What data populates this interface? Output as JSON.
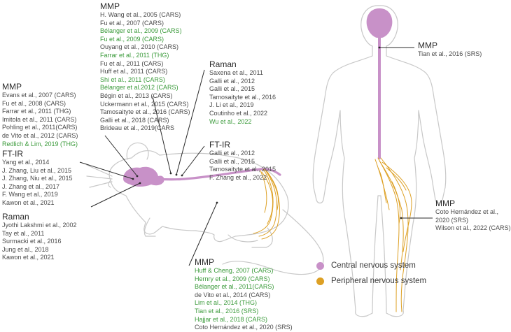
{
  "colors": {
    "cns": "#c891c8",
    "pns": "#dda024",
    "highlight": "#3a9a3a",
    "text": "#4a4a4a",
    "outline": "#c8c8c8"
  },
  "groups": [
    {
      "id": "mmp-top",
      "title": "MMP",
      "entries": [
        {
          "text": "H. Wang et al., 2005 (CARS)",
          "highlight": false
        },
        {
          "text": "Fu et al., 2007 (CARS)",
          "highlight": false
        },
        {
          "text": "Bélanger et al., 2009 (CARS)",
          "highlight": true
        },
        {
          "text": "Fu et al., 2009 (CARS)",
          "highlight": true
        },
        {
          "text": "Ouyang et al., 2010 (CARS)",
          "highlight": false
        },
        {
          "text": "Farrar et al., 2011 (THG)",
          "highlight": true
        },
        {
          "text": "Fu et al., 2011 (CARS)",
          "highlight": false
        },
        {
          "text": "Huff et al., 2011 (CARS)",
          "highlight": false
        },
        {
          "text": "Shi et al., 2011 (CARS)",
          "highlight": true
        },
        {
          "text": "Bélanger et al.2012 (CARS)",
          "highlight": true
        },
        {
          "text": "Bégin et al., 2013 (CARS)",
          "highlight": false
        },
        {
          "text": "Uckermann et al., 2015 (CARS)",
          "highlight": false
        },
        {
          "text": "Tamosaityte et al., 2016 (CARS)",
          "highlight": false
        },
        {
          "text": "Galli et al., 2018 (CARS)",
          "highlight": false
        },
        {
          "text": "Brideau et al., 2019(CARS",
          "highlight": false
        }
      ]
    },
    {
      "id": "mmp-left",
      "title": "MMP",
      "entries": [
        {
          "text": "Evans et al., 2007 (CARS)",
          "highlight": false
        },
        {
          "text": "Fu et al., 2008 (CARS)",
          "highlight": false
        },
        {
          "text": "Farrar et al., 2011  (THG)",
          "highlight": false
        },
        {
          "text": "Imitola et al., 2011 (CARS)",
          "highlight": false
        },
        {
          "text": "Pohling et al., 2011(CARS)",
          "highlight": false
        },
        {
          "text": "de Vito et al., 2012 (CARS)",
          "highlight": false
        },
        {
          "text": "Redlich & Lim, 2019 (THG)",
          "highlight": true
        }
      ]
    },
    {
      "id": "ftir-left",
      "title": "FT-IR",
      "entries": [
        {
          "text": "Yang et al., 2014",
          "highlight": false
        },
        {
          "text": "J. Zhang, Liu et al., 2015",
          "highlight": false
        },
        {
          "text": "J. Zhang, Niu et al., 2015",
          "highlight": false
        },
        {
          "text": "J. Zhang et al., 2017",
          "highlight": false
        },
        {
          "text": "F. Wang et al., 2019",
          "highlight": false
        },
        {
          "text": "Kawon et al., 2021",
          "highlight": false
        }
      ]
    },
    {
      "id": "raman-left",
      "title": "Raman",
      "entries": [
        {
          "text": "Jyothi Lakshmi et al., 2002",
          "highlight": false
        },
        {
          "text": "Tay et al., 2011",
          "highlight": false
        },
        {
          "text": "Surmacki et al., 2016",
          "highlight": false
        },
        {
          "text": "Jung et al., 2018",
          "highlight": false
        },
        {
          "text": "Kawon et al., 2021",
          "highlight": false
        }
      ]
    },
    {
      "id": "raman-mid",
      "title": "Raman",
      "entries": [
        {
          "text": "Saxena et al., 2011",
          "highlight": false
        },
        {
          "text": "Galli et al., 2012",
          "highlight": false
        },
        {
          "text": "Galli et al., 2015",
          "highlight": false
        },
        {
          "text": "Tamosaityte et al., 2016",
          "highlight": false
        },
        {
          "text": "J. Li et al., 2019",
          "highlight": false
        },
        {
          "text": "Coutinho et al., 2022",
          "highlight": false
        },
        {
          "text": "Wu et al., 2022",
          "highlight": true
        }
      ]
    },
    {
      "id": "ftir-mid",
      "title": "FT-IR",
      "entries": [
        {
          "text": "Galli et al., 2012",
          "highlight": false
        },
        {
          "text": "Galli et al., 2015",
          "highlight": false
        },
        {
          "text": "Tamosaityte et al., 2015",
          "highlight": false
        },
        {
          "text": "F. Zhang et al., 2022",
          "highlight": false
        }
      ]
    },
    {
      "id": "mmp-bottom",
      "title": "MMP",
      "entries": [
        {
          "text": "Huff & Cheng, 2007 (CARS)",
          "highlight": true
        },
        {
          "text": "Hernry et al., 2009 (CARS)",
          "highlight": true
        },
        {
          "text": "Bélanger et al., 2011(CARS)",
          "highlight": true
        },
        {
          "text": "de Vito et al., 2014 (CARS)",
          "highlight": false
        },
        {
          "text": "Lim et al., 2014 (THG)",
          "highlight": true
        },
        {
          "text": "Tian et al., 2016 (SRS)",
          "highlight": true
        },
        {
          "text": "Hajjar et al., 2018 (CARS)",
          "highlight": true
        },
        {
          "text": "Coto Hernández et al., 2020 (SRS)",
          "highlight": false
        }
      ]
    },
    {
      "id": "mmp-human-top",
      "title": "MMP",
      "entries": [
        {
          "text": "Tian et al., 2016 (SRS)",
          "highlight": false
        }
      ]
    },
    {
      "id": "mmp-human-bottom",
      "title": "MMP",
      "entries": [
        {
          "text": "Coto Hernández et al.,",
          "highlight": false
        },
        {
          "text": "2020 (SRS)",
          "highlight": false
        },
        {
          "text": "Wilson et al., 2022 (CARS)",
          "highlight": false
        }
      ]
    }
  ],
  "legend": [
    {
      "label": "Central nervous system",
      "color": "#c891c8"
    },
    {
      "label": "Peripheral nervous system",
      "color": "#dda024"
    }
  ]
}
